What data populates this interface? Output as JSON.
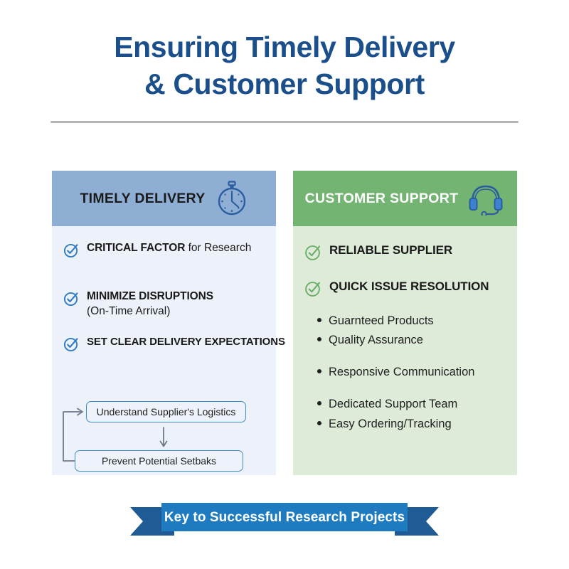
{
  "title": {
    "line1": "Ensuring Timely Delivery",
    "line2": "& Customer Support",
    "color": "#1A4F8B"
  },
  "panels": {
    "delivery": {
      "header": {
        "label": "TIMELY DELIVERY",
        "icon": "stopwatch-icon",
        "bg": "#8FAED4",
        "text_color": "#1A1A1A"
      },
      "body_bg": "#EDF1FA",
      "items": [
        {
          "strong": "CRITICAL FACTOR",
          "normal": " for Research",
          "sub": ""
        },
        {
          "strong": "MINIMIZE DISRUPTIONS",
          "normal": "",
          "sub": "(On-Time Arrival)"
        },
        {
          "strong": "SET CLEAR DELIVERY EXPECTATIONS",
          "normal": "",
          "sub": ""
        }
      ],
      "flow": {
        "box_top": "Understand Supplier's Logistics",
        "box_bottom": "Prevent Potential Setbaks",
        "border_color": "#3C8DC8",
        "connector_color": "#6E7A8A"
      },
      "check_color": "#2E7CC4"
    },
    "support": {
      "header": {
        "label": "CUSTOMER SUPPORT",
        "icon": "headset-icon",
        "bg": "#74B472",
        "text_color": "#FFFFFF"
      },
      "body_bg": "#DEEBD8",
      "items": [
        {
          "strong": "RELIABLE SUPPLIER"
        },
        {
          "strong": "QUICK ISSUE RESOLUTION"
        }
      ],
      "bullets": [
        "Guarnteed Products",
        "Quality Assurance",
        "Responsive Communication",
        "Dedicated Support Team",
        "Easy Ordering/Tracking"
      ],
      "check_color": "#6AAE68"
    }
  },
  "ribbon": {
    "label": "Key to Successful Research Projects",
    "band_color": "#1E7BC0",
    "tail_color": "#1F5C96"
  },
  "divider": {
    "color": "#B4B4B4"
  }
}
